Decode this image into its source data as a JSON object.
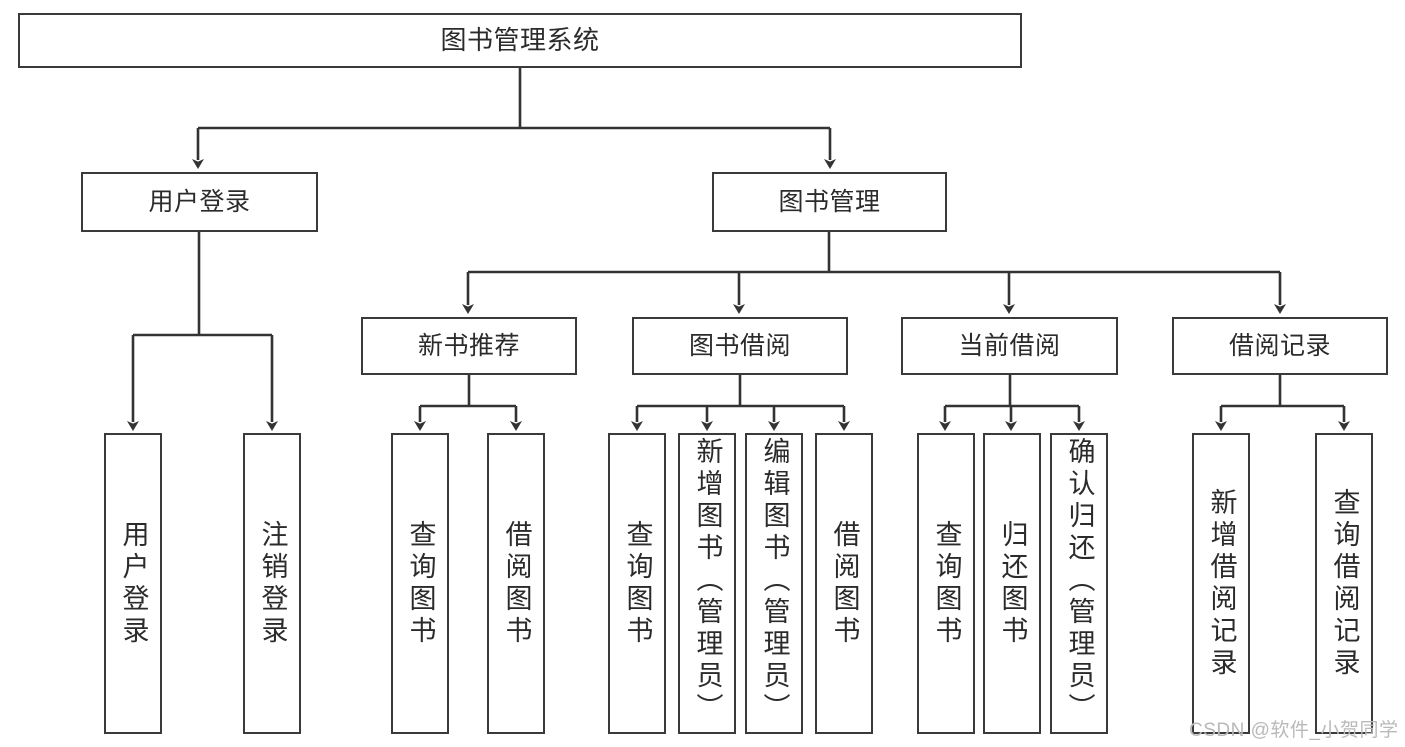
{
  "diagram": {
    "title": "图书管理系统",
    "type": "hierarchy-tree",
    "orientation": "top-down",
    "colors": {
      "box_border": "#3a3a3a",
      "box_fill": "#ffffff",
      "edge": "#333333",
      "text": "#2b2b2b",
      "watermark": "#b9b9b9",
      "background": "#ffffff"
    },
    "watermark": "CSDN @软件_小贺同学",
    "root": {
      "label": "图书管理系统"
    },
    "level1": [
      {
        "label": "用户登录"
      },
      {
        "label": "图书管理"
      }
    ],
    "level2": [
      {
        "label": "新书推荐"
      },
      {
        "label": "图书借阅"
      },
      {
        "label": "当前借阅"
      },
      {
        "label": "借阅记录"
      }
    ],
    "leaves": {
      "user_login": [
        {
          "label": "用户登录"
        },
        {
          "label": "注销登录"
        }
      ],
      "new_book_recommend": [
        {
          "label": "查询图书"
        },
        {
          "label": "借阅图书"
        }
      ],
      "book_borrow": [
        {
          "label": "查询图书"
        },
        {
          "label": "新增图书（管理员）"
        },
        {
          "label": "编辑图书（管理员）"
        },
        {
          "label": "借阅图书"
        }
      ],
      "current_borrow": [
        {
          "label": "查询图书"
        },
        {
          "label": "归还图书"
        },
        {
          "label": "确认归还（管理员）"
        }
      ],
      "borrow_record": [
        {
          "label": "新增借阅记录"
        },
        {
          "label": "查询借阅记录"
        }
      ]
    }
  }
}
